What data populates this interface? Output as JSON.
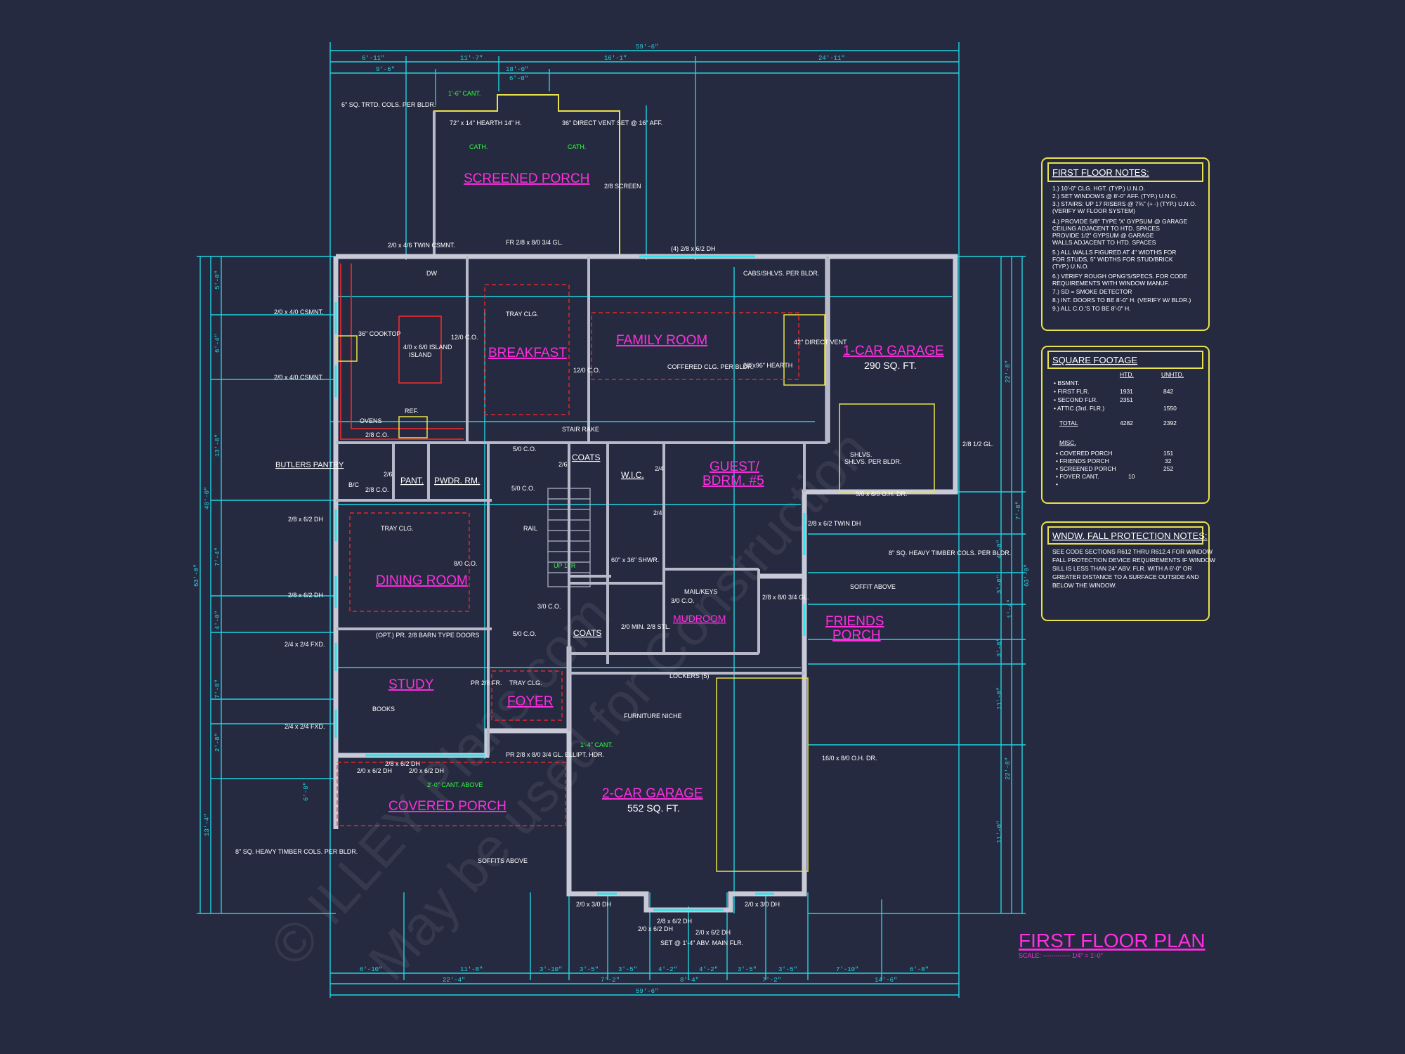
{
  "plan": {
    "title": "FIRST FLOOR PLAN",
    "scale": "SCALE: ------------- 1/4\" = 1'-0\"",
    "rooms": [
      {
        "name": "SCREENED PORCH"
      },
      {
        "name": "BREAKFAST"
      },
      {
        "name": "FAMILY ROOM"
      },
      {
        "name": "1-CAR GARAGE",
        "area": "290 SQ. FT."
      },
      {
        "name": "GUEST/"
      },
      {
        "name": "BDRM. #5"
      },
      {
        "name": "DINING ROOM"
      },
      {
        "name": "STUDY"
      },
      {
        "name": "FOYER"
      },
      {
        "name": "MUDROOM"
      },
      {
        "name": "FRIENDS"
      },
      {
        "name": "PORCH"
      },
      {
        "name": "COVERED PORCH"
      },
      {
        "name": "2-CAR GARAGE",
        "area": "552 SQ. FT."
      }
    ],
    "small_rooms": [
      "PANT.",
      "PWDR. RM.",
      "W.I.C.",
      "COATS",
      "COATS",
      "SHLVS.",
      "B/C",
      "ISLAND",
      "OVENS",
      "REF.",
      "DW"
    ],
    "notes": [
      "6\" SQ. TRTD. COLS. PER BLDR.",
      "1'-6\" CANT.",
      "72\" x 14\" HEARTH 14\" H.",
      "36\" DIRECT VENT SET @ 16\" AFF.",
      "CATH.",
      "CATH.",
      "2/8 SCREEN",
      "2/0 x 4/6 TWIN CSMNT.",
      "FR 2/8 x 8/0 3/4 GL.",
      "(4) 2/8 x 6/2 DH",
      "CABS/SHLVS. PER BLDR.",
      "2/0 x 4/0 CSMNT.",
      "36\" COOKTOP",
      "4/0 x 6/0 ISLAND",
      "2/0 x 4/0 CSMNT.",
      "TRAY CLG.",
      "12/0 C.O.",
      "12/0 C.O.",
      "COFFERED CLG. PER BLDR.",
      "20\"x96\" HEARTH",
      "42\" DIRECT VENT",
      "BUTLERS PANTRY",
      "2/8 C.O.",
      "2/6",
      "2/8 C.O.",
      "5/0 C.O.",
      "STAIR RAKE",
      "5/0 C.O.",
      "2/6",
      "2/4",
      "2/4",
      "SHLVS. PER BLDR.",
      "9/0 x 8/0 O.H. DR.",
      "2/8 1/2 GL.",
      "2/8 x 6/2 DH",
      "TRAY CLG.",
      "RAIL",
      "8/0 C.O.",
      "UP 17R",
      "60\" x 36\" SHWR.",
      "2/8 x 6/2 TWIN DH",
      "8\" SQ. HEAVY TIMBER COLS. PER BLDR.",
      "SOFFIT ABOVE",
      "2/8 x 6/2 DH",
      "MAIL/KEYS",
      "3/0 C.O.",
      "2/8 x 8/0 3/4 GL.",
      "2/4 x 2/4 FXD.",
      "(OPT.) PR. 2/8 BARN TYPE DOORS",
      "5/0 C.O.",
      "3/0 C.O.",
      "2/0 MIN. 2/8 STL.",
      "LOCKERS (5)",
      "PR 2/8 FR.",
      "TRAY CLG.",
      "BOOKS",
      "FURNITURE NICHE",
      "2/4 x 2/4 FXD.",
      "1'-4\" CANT.",
      "PR 2/8 x 8/0 3/4 GL. ELLIPT. HDR.",
      "2/8 x 6/2 DH",
      "2/0 x 6/2 DH",
      "2/0 x 6/2 DH",
      "2'-0\" CANT. ABOVE",
      "16/0 x 8/0 O.H. DR.",
      "8\" SQ. HEAVY TIMBER COLS. PER BLDR.",
      "SOFFITS ABOVE",
      "2/0 x 3/0 DH",
      "2/0 x 3/0 DH",
      "2/8 x 6/2 DH",
      "2/0 x 6/2 DH",
      "2/0 x 6/2 DH",
      "SET @ 1'-4\" ABV. MAIN FLR."
    ],
    "dims_top": [
      "59'-6\"",
      "6'-11\"",
      "11'-7\"",
      "16'-1\"",
      "24'-11\"",
      "9'-6\"",
      "18'-0\"",
      "6'-0\""
    ],
    "dims_bottom": [
      "6'-10\"",
      "11'-8\"",
      "3'-10\"",
      "3'-5\"",
      "3'-5\"",
      "4'-2\"",
      "4'-2\"",
      "3'-5\"",
      "3'-5\"",
      "7'-10\"",
      "6'-8\"",
      "22'-4\"",
      "7'-2\"",
      "8'-4\"",
      "7'-2\"",
      "14'-6\"",
      "59'-6\""
    ],
    "dims_left": [
      "63'-0\"",
      "48'-0\"",
      "5'-0\"",
      "6'-4\"",
      "13'-8\"",
      "7'-4\"",
      "4'-0\"",
      "7'-8\"",
      "2'-8\"",
      "6'-8\"",
      "13'-4\""
    ],
    "dims_right": [
      "63'-0\"",
      "22'-8\"",
      "11'-0\"",
      "22'-8\"",
      "7'-8\"",
      "4'-0\"",
      "3'-8\"",
      "1'-4\"",
      "3'-8\"",
      "11'-0\""
    ],
    "watermark": [
      "© ILLEY Plans.com",
      "May be used for Construction"
    ]
  },
  "notes_panel": {
    "title": "FIRST FLOOR NOTES:",
    "lines": [
      "1.) 10'-0\" CLG. HGT. (TYP.) U.N.O.",
      "2.) SET WINDOWS @ 8'-0\" AFF. (TYP.) U.N.O.",
      "3.) STAIRS: UP 17 RISERS @ 7¾\" (+ -) (TYP.) U.N.O.",
      "    (VERIFY W/ FLOOR SYSTEM)",
      "4.) PROVIDE 5/8\" TYPE 'X' GYPSUM @ GARAGE",
      "    CEILING ADJACENT TO HTD. SPACES",
      "    PROVIDE 1/2\" GYPSUM @ GARAGE",
      "    WALLS ADJACENT TO HTD. SPACES",
      "5.) ALL WALLS FIGURED AT 4\" WIDTHS FOR",
      "    FOR STUDS, 5\" WIDTHS FOR STUD/BRICK",
      "    (TYP.) U.N.O.",
      "6.) VERIFY ROUGH OPNG'S/SPECS. FOR CODE",
      "    REQUIREMENTS WITH WINDOW MANUF.",
      "7.) SD = SMOKE DETECTOR",
      "8.) INT. DOORS TO BE 8'-0\" H. (VERIFY W/ BLDR.)",
      "9.) ALL C.O.'S TO BE 8'-0\" H."
    ]
  },
  "sqft_panel": {
    "title": "SQUARE FOOTAGE",
    "col_htd": "HTD.",
    "col_unhtd": "UNHTD.",
    "rows": [
      {
        "label": "• BSMNT.",
        "htd": "",
        "unhtd": ""
      },
      {
        "label": "• FIRST FLR.",
        "htd": "1931",
        "unhtd": "842"
      },
      {
        "label": "• SECOND FLR.",
        "htd": "2351",
        "unhtd": ""
      },
      {
        "label": "• ATTIC (3rd. FLR.)",
        "htd": "",
        "unhtd": "1550"
      },
      {
        "label": "TOTAL",
        "htd": "4282",
        "unhtd": "2392"
      }
    ],
    "misc_title": "MISC.",
    "misc": [
      {
        "label": "• COVERED PORCH",
        "value": "151"
      },
      {
        "label": "• FRIENDS PORCH",
        "value": "32"
      },
      {
        "label": "• SCREENED PORCH",
        "value": "252"
      },
      {
        "label": "• FOYER CANT.",
        "value": "10"
      },
      {
        "label": "•",
        "value": ""
      }
    ]
  },
  "fall_panel": {
    "title": "WNDW. FALL PROTECTION NOTES:",
    "lines": [
      "SEE CODE SECTIONS R612 THRU R612.4 FOR WINDOW",
      "FALL PROTECTION DEVICE REQUIREMENTS IF WINDOW",
      "SILL IS LESS THAN 24\" ABV. FLR. WITH A 6'-0\" OR",
      "GREATER DISTANCE TO A SURFACE OUTSIDE AND",
      "BELOW THE WINDOW."
    ]
  }
}
